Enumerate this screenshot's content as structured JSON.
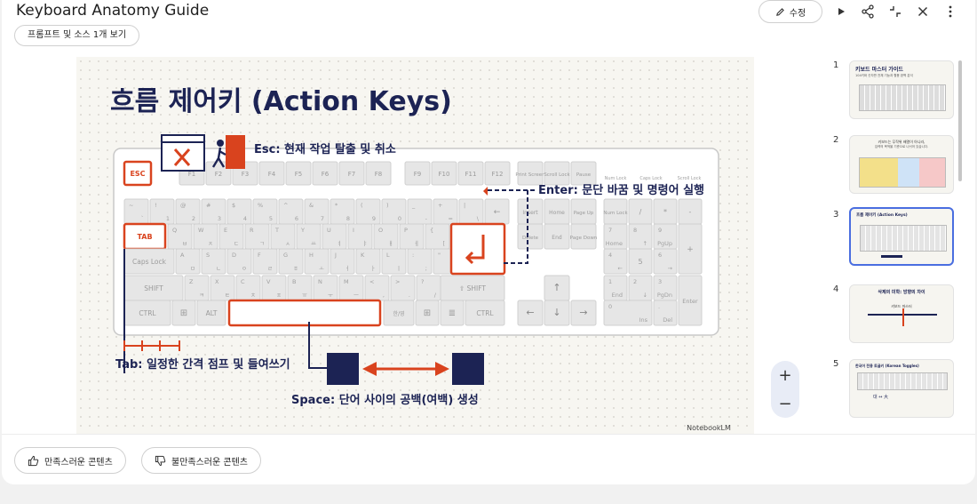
{
  "app": {
    "title": "Keyboard Anatomy Guide",
    "prompt_button": "프롬프트 및 소스 1개 보기",
    "edit_button": "수정"
  },
  "slide": {
    "title": "흐름 제어키 (Action Keys)",
    "esc_caption": "Esc: 현재 작업 탈출 및 취소",
    "enter_caption": "Enter: 문단 바꿈 및 명령어 실행",
    "tab_caption": "Tab: 일정한 간격 점프 및 들여쓰기",
    "space_caption": "Space: 단어 사이의 공백(여백) 생성",
    "watermark": "NotebookLM",
    "accent_color": "#d9431e",
    "navy_color": "#1c2354",
    "rows": {
      "fn": [
        "ESC",
        "F1",
        "F2",
        "F3",
        "F4",
        "F5",
        "F6",
        "F7",
        "F8",
        "F9",
        "F10",
        "F11",
        "F12",
        "Print Screen",
        "Scroll Lock",
        "Pause"
      ],
      "num": [
        "~ `",
        "! 1",
        "@ 2",
        "# 3",
        "$ 4",
        "% 5",
        "^ 6",
        "& 7",
        "* 8",
        "( 9",
        ") 0",
        "_ -",
        "+ =",
        "| \\",
        "←"
      ],
      "q": [
        "TAB",
        "Q ㅂ",
        "W ㅈ",
        "E ㄷ",
        "R ㄱ",
        "T ㅅ",
        "Y ㅛ",
        "U ㅕ",
        "I ㅑ",
        "O ㅐ",
        "P ㅔ",
        "{ [",
        "} ]"
      ],
      "a": [
        "Caps Lock",
        "A ㅁ",
        "S ㄴ",
        "D ㅇ",
        "F ㄹ",
        "G ㅎ",
        "H ㅗ",
        "J ㅓ",
        "K ㅏ",
        "L ㅣ",
        ": ;",
        "\" '",
        "Enter"
      ],
      "z": [
        "SHIFT",
        "Z ㅋ",
        "X ㅌ",
        "C ㅊ",
        "V ㅍ",
        "B ㅠ",
        "N ㅜ",
        "M ㅡ",
        "< ,",
        "> .",
        "? /",
        "SHIFT"
      ],
      "bottom": [
        "CTRL",
        "Win",
        "ALT",
        "",
        "한/영",
        "Win",
        "Menu",
        "CTRL"
      ],
      "nav": [
        "Insert",
        "Home",
        "Page Up",
        "Delete",
        "End",
        "Page Down"
      ],
      "arrows": [
        "↑",
        "←",
        "↓",
        "→"
      ],
      "numpad_top_labels": [
        "Num Lock",
        "Caps Lock",
        "Scroll Lock"
      ],
      "numpad": [
        "Num Lock",
        "/",
        "*",
        "-",
        "7 Home",
        "8 ↑",
        "9 PgUp",
        "+",
        "4 ←",
        "5",
        "6 →",
        "1 End",
        "2 ↓",
        "3 PgDn",
        "Enter",
        "0 Ins",
        ". Del"
      ]
    }
  },
  "zoom": {
    "in": "+",
    "out": "−"
  },
  "thumbnails": [
    {
      "num": "1",
      "title": "키보드 마스터 가이드",
      "subtitle": "104키와 숫자판 전체 기능과 활용 완벽 분석"
    },
    {
      "num": "2",
      "title": "키보드는 무작위 배열이 아니라,",
      "subtitle": "입력의 목적을 기준으로 나뉘어 있습니다."
    },
    {
      "num": "3",
      "title": "흐름 제어키 (Action Keys)",
      "subtitle": ""
    },
    {
      "num": "4",
      "title": "삭제의 미학: 방향의 차이",
      "subtitle": "키보드 마스터"
    },
    {
      "num": "5",
      "title": "한국어 전용 토글키 (Korean Toggles)",
      "subtitle": "대 ↔ 大"
    }
  ],
  "feedback": {
    "like": "만족스러운 콘텐츠",
    "dislike": "불만족스러운 콘텐츠"
  }
}
